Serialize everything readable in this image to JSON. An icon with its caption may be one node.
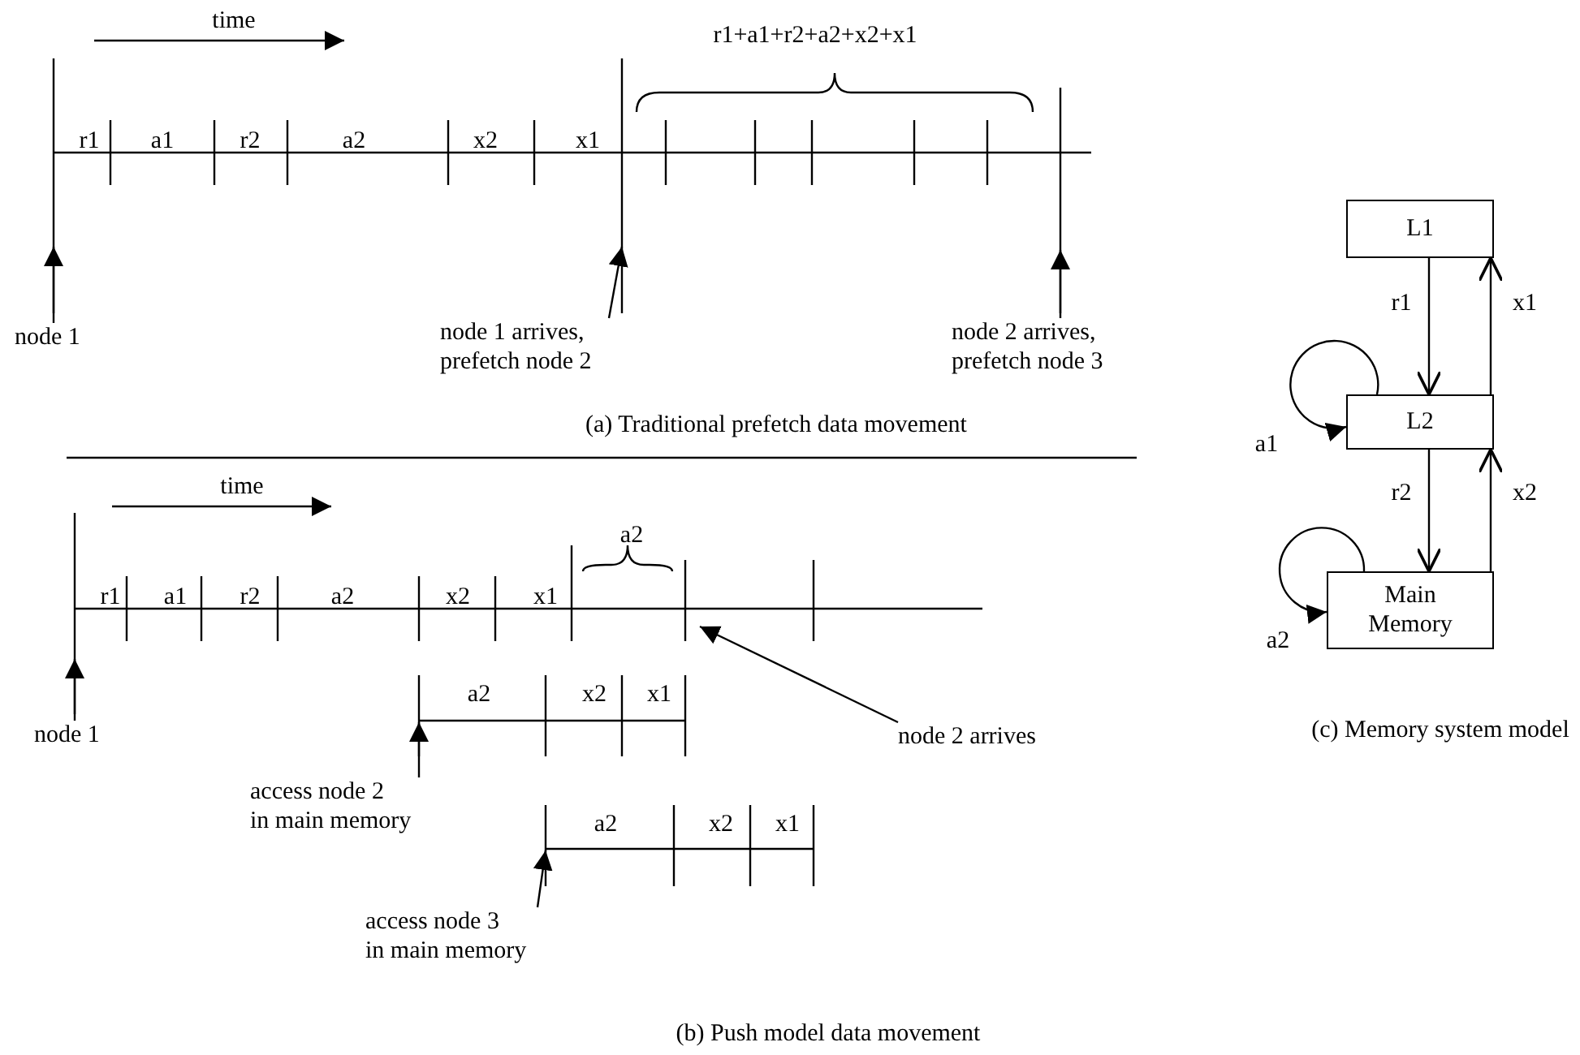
{
  "diagram": {
    "nodes": [
      {
        "text": [
          "node 1"
        ]
      },
      {
        "text": [
          "node 1 arrives, prefetch node 2"
        ]
      },
      {
        "text": [
          "node 2 arrives, prefetch node 3"
        ]
      },
      {
        "text": [
          "node 1"
        ]
      },
      {
        "text": [
          "access node 2 in main memory"
        ]
      },
      {
        "text": [
          "node 2 arrives"
        ]
      },
      {
        "text": [
          "access node 3 in main memory"
        ]
      },
      {
        "text": [
          "L1"
        ]
      },
      {
        "text": [
          "L2"
        ]
      },
      {
        "text": [
          "Main Memory"
        ]
      }
    ],
    "edges": [
      {
        "from": 0,
        "to": null,
        "arrow": "to"
      },
      {
        "from": 1,
        "to": null,
        "arrow": "to"
      },
      {
        "from": 2,
        "to": null,
        "arrow": "to"
      },
      {
        "from": 3,
        "to": null,
        "arrow": "to"
      },
      {
        "from": 4,
        "to": null,
        "arrow": "to"
      },
      {
        "from": 5,
        "to": null,
        "arrow": "to"
      },
      {
        "from": 6,
        "to": null,
        "arrow": "to"
      },
      {
        "from": 7,
        "to": 8,
        "arrow": "to",
        "label": "r1"
      },
      {
        "from": 8,
        "to": 7,
        "arrow": "to",
        "label": "x1"
      },
      {
        "from": 8,
        "to": 8,
        "arrow": "to",
        "label": "a1"
      },
      {
        "from": 8,
        "to": 9,
        "arrow": "to",
        "label": "r2"
      },
      {
        "from": 9,
        "to": 8,
        "arrow": "to",
        "label": "x2"
      },
      {
        "from": 9,
        "to": 9,
        "arrow": "to",
        "label": "a2"
      }
    ],
    "labels": [
      "time",
      "r1+a1+r2+a2+x2+x1",
      "r1",
      "a1",
      "r2",
      "a2",
      "x2",
      "x1",
      "(a) Traditional prefetch data movement",
      "time",
      "a2",
      "r1",
      "a1",
      "r2",
      "a2",
      "x2",
      "x1",
      "a2",
      "x2",
      "x1",
      "a2",
      "x2",
      "x1",
      "(b) Push model data movement",
      "(c) Memory system model"
    ]
  }
}
